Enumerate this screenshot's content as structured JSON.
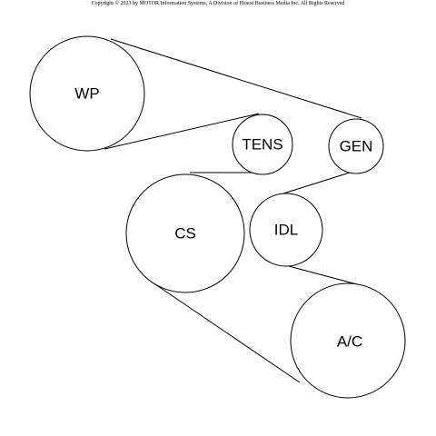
{
  "copyright": "Copyright © 2023 by MOTOR Information Systems, A Division of Hearst Business Media Inc. All Rights Reserved",
  "pulleys": {
    "wp": "WP",
    "tens": "TENS",
    "gen": "GEN",
    "cs": "CS",
    "idl": "IDL",
    "ac": "A/C"
  },
  "colors": {
    "line": "#000000",
    "background": "#ffffff"
  }
}
